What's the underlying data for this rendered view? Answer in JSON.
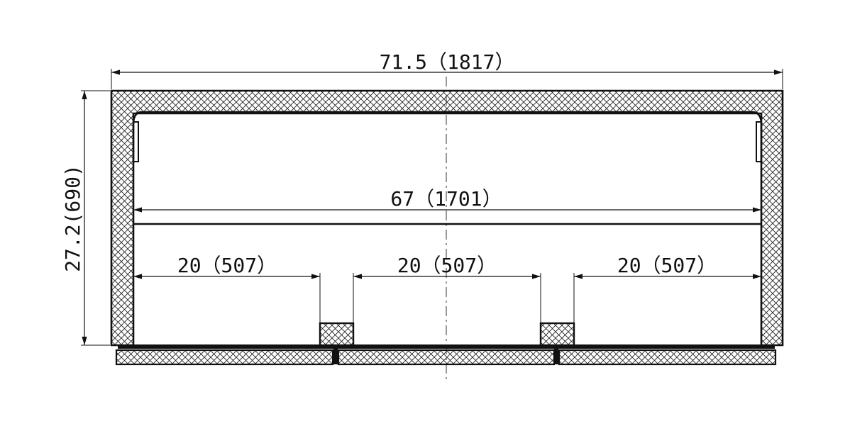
{
  "drawing": {
    "overall_width": "71.5（1817）",
    "interior_width": "67（1701）",
    "section_widths": [
      "20（507）",
      "20（507）",
      "20（507）"
    ],
    "overall_height": "27.2(690)"
  },
  "colors": {
    "line": "#111111",
    "hatch": "#222222",
    "centerline": "#555555"
  }
}
